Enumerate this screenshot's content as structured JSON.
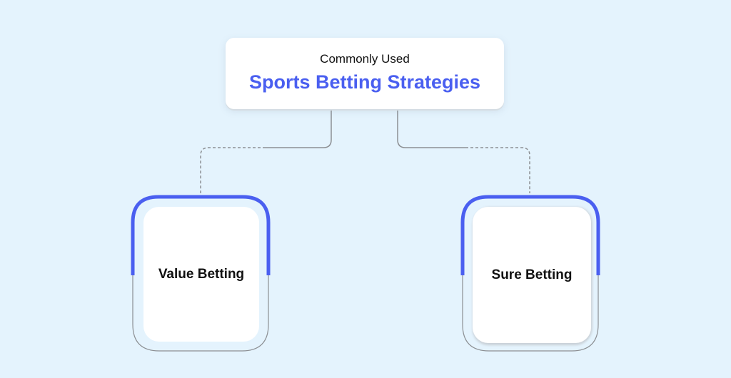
{
  "header": {
    "subtitle": "Commonly Used",
    "title": "Sports Betting Strategies"
  },
  "strategies": [
    {
      "label": "Value Betting"
    },
    {
      "label": "Sure Betting"
    }
  ],
  "colors": {
    "background": "#e4f3fd",
    "accent": "#4a5ff0",
    "card": "#ffffff",
    "connector": "#8c8f93"
  }
}
